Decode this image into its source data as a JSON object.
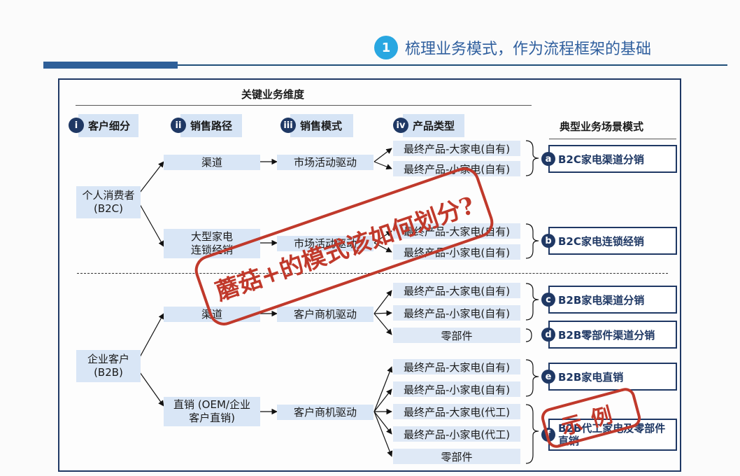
{
  "header": {
    "number": "1",
    "title": "梳理业务模式，作为流程框架的基础"
  },
  "dimensions": {
    "title": "关键业务维度",
    "items": [
      {
        "num": "i",
        "label": "客户细分"
      },
      {
        "num": "ii",
        "label": "销售路径"
      },
      {
        "num": "iii",
        "label": "销售模式"
      },
      {
        "num": "iv",
        "label": "产品类型"
      }
    ]
  },
  "scenarios_title": "典型业务场景模式",
  "customers": {
    "b2c": "个人消费者\n(B2C)",
    "b2b": "企业客户\n(B2B)"
  },
  "paths": {
    "b2c_channel": "渠道",
    "b2c_chain": "大型家电\n连锁经销",
    "b2b_channel": "渠道",
    "b2b_direct": "直销 (OEM/企业\n客户直销)"
  },
  "modes": {
    "b2c_channel": "市场活动驱动",
    "b2c_chain": "市场活动驱动",
    "b2b_channel": "客户商机驱动",
    "b2b_direct": "客户商机驱动"
  },
  "products": [
    "最终产品-大家电(自有)",
    "最终产品-小家电(自有)",
    "最终产品-大家电(自有)",
    "最终产品-小家电(自有)",
    "最终产品-大家电(自有)",
    "最终产品-小家电(自有)",
    "零部件",
    "最终产品-大家电(自有)",
    "最终产品-小家电(自有)",
    "最终产品-大家电(代工)",
    "最终产品-小家电(代工)",
    "零部件"
  ],
  "scenarios": [
    {
      "num": "a",
      "label": "B2C家电渠道分销"
    },
    {
      "num": "b",
      "label": "B2C家电连锁经销"
    },
    {
      "num": "c",
      "label": "B2B家电渠道分销"
    },
    {
      "num": "d",
      "label": "B2B零部件渠道分销"
    },
    {
      "num": "e",
      "label": "B2B家电直销"
    },
    {
      "num": "f",
      "label": "B2B代工家电及零部件直销"
    }
  ],
  "stamps": {
    "big": "蘑菇+的模式该如何划分?",
    "small": "示例"
  },
  "colors": {
    "accent": "#29a7e1",
    "navy": "#1f3864",
    "node_fill": "#d9e6f6",
    "stamp": "#c0392b"
  }
}
